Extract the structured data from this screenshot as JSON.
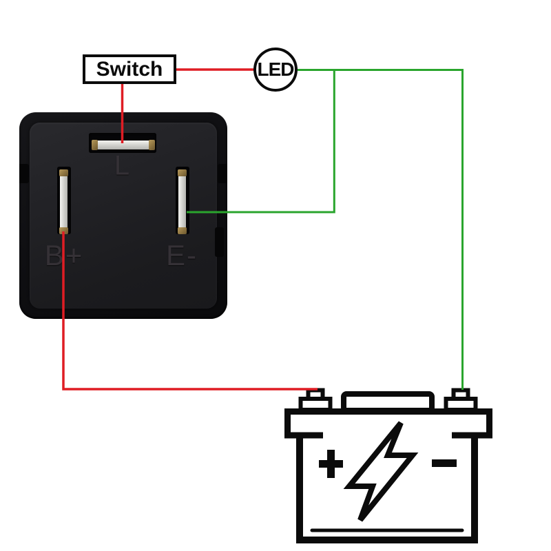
{
  "components": {
    "switch": {
      "label": "Switch"
    },
    "led": {
      "label": "LED"
    },
    "relay": {
      "pins": {
        "top": "L",
        "left": "B+",
        "right": "E-"
      }
    },
    "battery": {
      "positive_symbol": "+",
      "negative_symbol": "-",
      "center_icon": "lightning-bolt",
      "terminals": [
        "positive-left",
        "negative-right"
      ]
    }
  },
  "wires": {
    "red_color": "#df1d24",
    "green_color": "#2aa52d",
    "connections": [
      {
        "wire": "red",
        "from": "Switch",
        "to": "LED"
      },
      {
        "wire": "red",
        "from": "Switch",
        "to": "relay-pin-L"
      },
      {
        "wire": "red",
        "from": "relay-pin-B+",
        "to": "battery-positive-terminal"
      },
      {
        "wire": "green",
        "from": "LED",
        "to": "battery-negative-terminal"
      },
      {
        "wire": "green",
        "from": "relay-pin-E-",
        "to": "battery-negative-terminal"
      }
    ]
  },
  "colors": {
    "outline": "#0b0b0b",
    "background": "#ffffff"
  }
}
